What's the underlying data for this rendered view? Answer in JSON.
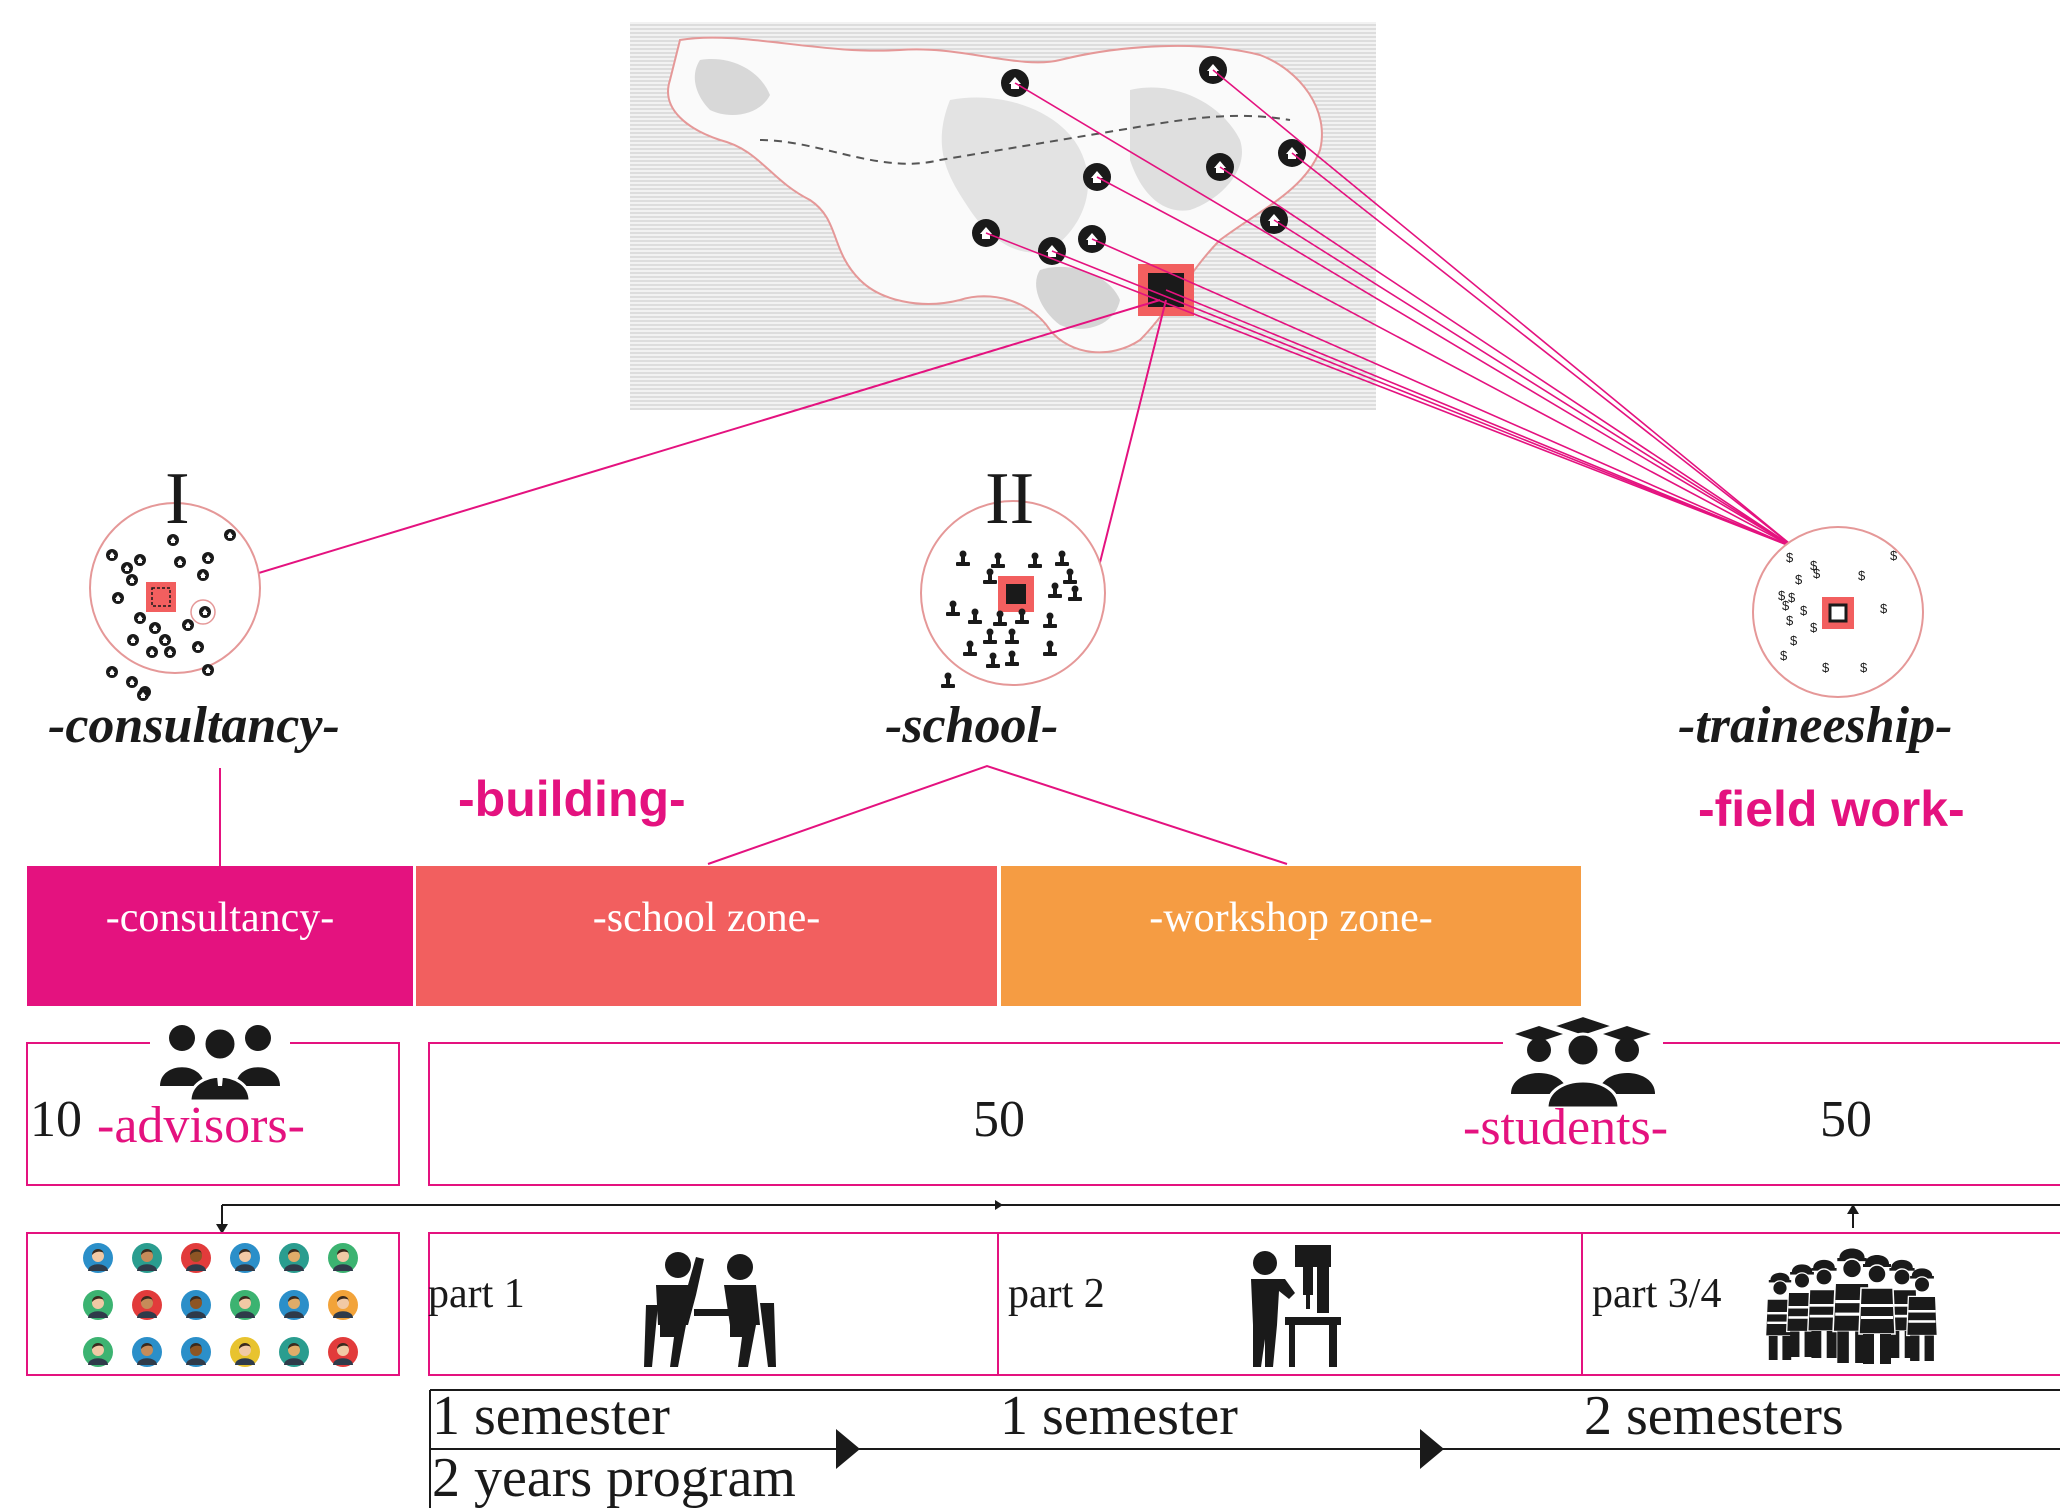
{
  "colors": {
    "magenta": "#e4127f",
    "coral": "#f25f5f",
    "orange": "#f59c43",
    "black": "#1a1a1a"
  },
  "top": {
    "numeral_1": "I",
    "numeral_2": "II",
    "consultancy_title": "-consultancy-",
    "school_title": "-school-",
    "traineeship_title": "-traineeship-",
    "building_label": "-building-",
    "fieldwork_label": "-field work-"
  },
  "zones": {
    "consultancy": "-consultancy-",
    "school": "-school zone-",
    "workshop": "-workshop zone-"
  },
  "counts": {
    "advisors_number": "10",
    "advisors_label": "-advisors-",
    "students_number_a": "50",
    "students_label": "-students-",
    "students_number_b": "50"
  },
  "parts": {
    "part1": "part 1",
    "part2": "part 2",
    "part34": "part 3/4"
  },
  "durations": {
    "d1": "1 semester",
    "d2": "1 semester",
    "d3": "2 semesters",
    "program": "2 years program"
  },
  "icons": {
    "map": "city-map",
    "house": "house-icon",
    "dollar": "dollar-icon",
    "advisors": "business-people-icon",
    "students": "graduates-icon",
    "classroom": "classroom-icon",
    "workshop": "machinist-icon",
    "workers": "construction-workers-icon",
    "avatars": "avatar-grid-icon"
  },
  "avatar_colors": [
    "#2b8fc9",
    "#2a9d8f",
    "#e23b3b",
    "#2b8fc9",
    "#2a9d8f",
    "#3cb371",
    "#3cb371",
    "#e23b3b",
    "#2b8fc9",
    "#3cb371",
    "#2b8fc9",
    "#f2a33a",
    "#3cb371",
    "#2b8fc9",
    "#2b8fc9",
    "#e8c32e",
    "#2a9d8f",
    "#e23b3b"
  ]
}
